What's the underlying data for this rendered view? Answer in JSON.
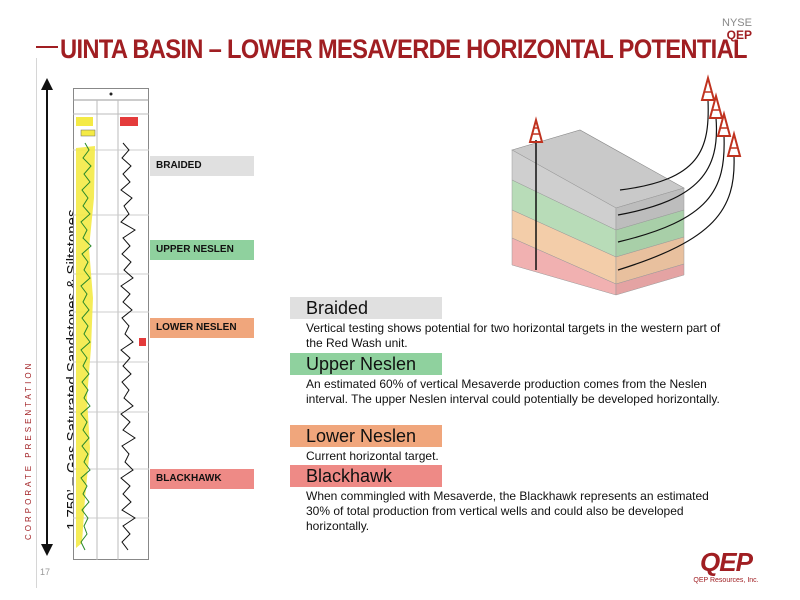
{
  "header": {
    "title": "UINTA BASIN – LOWER MESAVERDE HORIZONTAL POTENTIAL",
    "exchange": "NYSE",
    "ticker": "QEP"
  },
  "sidebar": {
    "label": "CORPORATE PRESENTATION"
  },
  "footer": {
    "page_number": "17",
    "logo_text": "QEP",
    "logo_caption": "QEP Resources, Inc."
  },
  "well_log": {
    "thickness_label": "1,750’ – Gas Saturated Sandstones & Siltstones"
  },
  "zones": [
    {
      "tag": "BRAIDED",
      "heading": "Braided",
      "color": "#e0e0e0",
      "description": "Vertical testing shows potential for two horizontal targets in the western part of the Red Wash unit."
    },
    {
      "tag": "UPPER NESLEN",
      "heading": "Upper Neslen",
      "color": "#8fd19e",
      "description": "An estimated 60% of vertical Mesaverde production comes from the Neslen interval. The upper Neslen interval could potentially be developed horizontally."
    },
    {
      "tag": "LOWER NESLEN",
      "heading": "Lower Neslen",
      "color": "#f0a67c",
      "description": "Current horizontal target."
    },
    {
      "tag": "BLACKHAWK",
      "heading": "Blackhawk",
      "color": "#ee8a86",
      "description": "When commingled with Mesaverde, the Blackhawk represents an estimated 30% of total production from vertical wells and could also be developed horizontally."
    }
  ]
}
